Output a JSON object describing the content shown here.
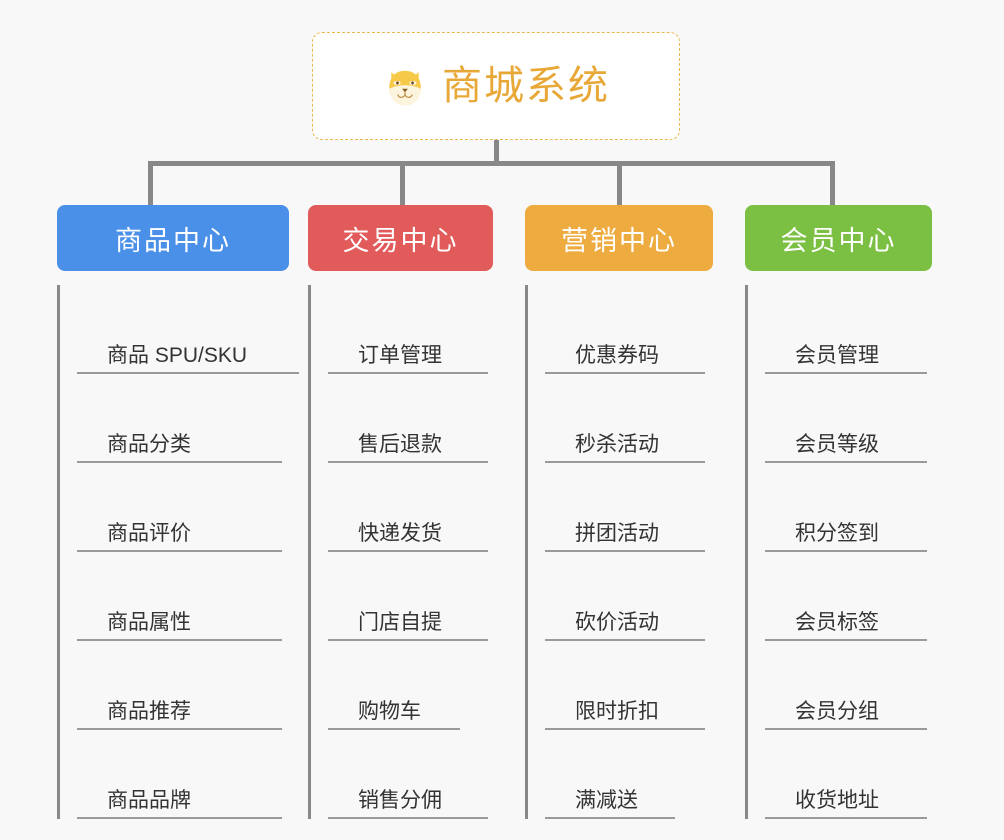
{
  "root": {
    "icon": "shiba-dog-face-icon",
    "title": "商城系统"
  },
  "colors": {
    "background": "#f8f8f8",
    "root_border": "#e9b94f",
    "root_title": "#e8a838",
    "connector": "#888888",
    "leaf_rule": "#9a9a9a",
    "leaf_text": "#333333",
    "branch_product": "#4a90e8",
    "branch_trade": "#e25b5b",
    "branch_marketing": "#eeab3f",
    "branch_member": "#7bc043"
  },
  "branches": [
    {
      "key": "product-center",
      "label": "商品中心",
      "color": "#4a90e8",
      "items": [
        "商品 SPU/SKU",
        "商品分类",
        "商品评价",
        "商品属性",
        "商品推荐",
        "商品品牌"
      ]
    },
    {
      "key": "trade-center",
      "label": "交易中心",
      "color": "#e25b5b",
      "items": [
        "订单管理",
        "售后退款",
        "快递发货",
        "门店自提",
        "购物车",
        "销售分佣"
      ]
    },
    {
      "key": "marketing-center",
      "label": "营销中心",
      "color": "#eeab3f",
      "items": [
        "优惠券码",
        "秒杀活动",
        "拼团活动",
        "砍价活动",
        "限时折扣",
        "满减送"
      ]
    },
    {
      "key": "member-center",
      "label": "会员中心",
      "color": "#7bc043",
      "items": [
        "会员管理",
        "会员等级",
        "积分签到",
        "会员标签",
        "会员分组",
        "收货地址"
      ]
    }
  ]
}
